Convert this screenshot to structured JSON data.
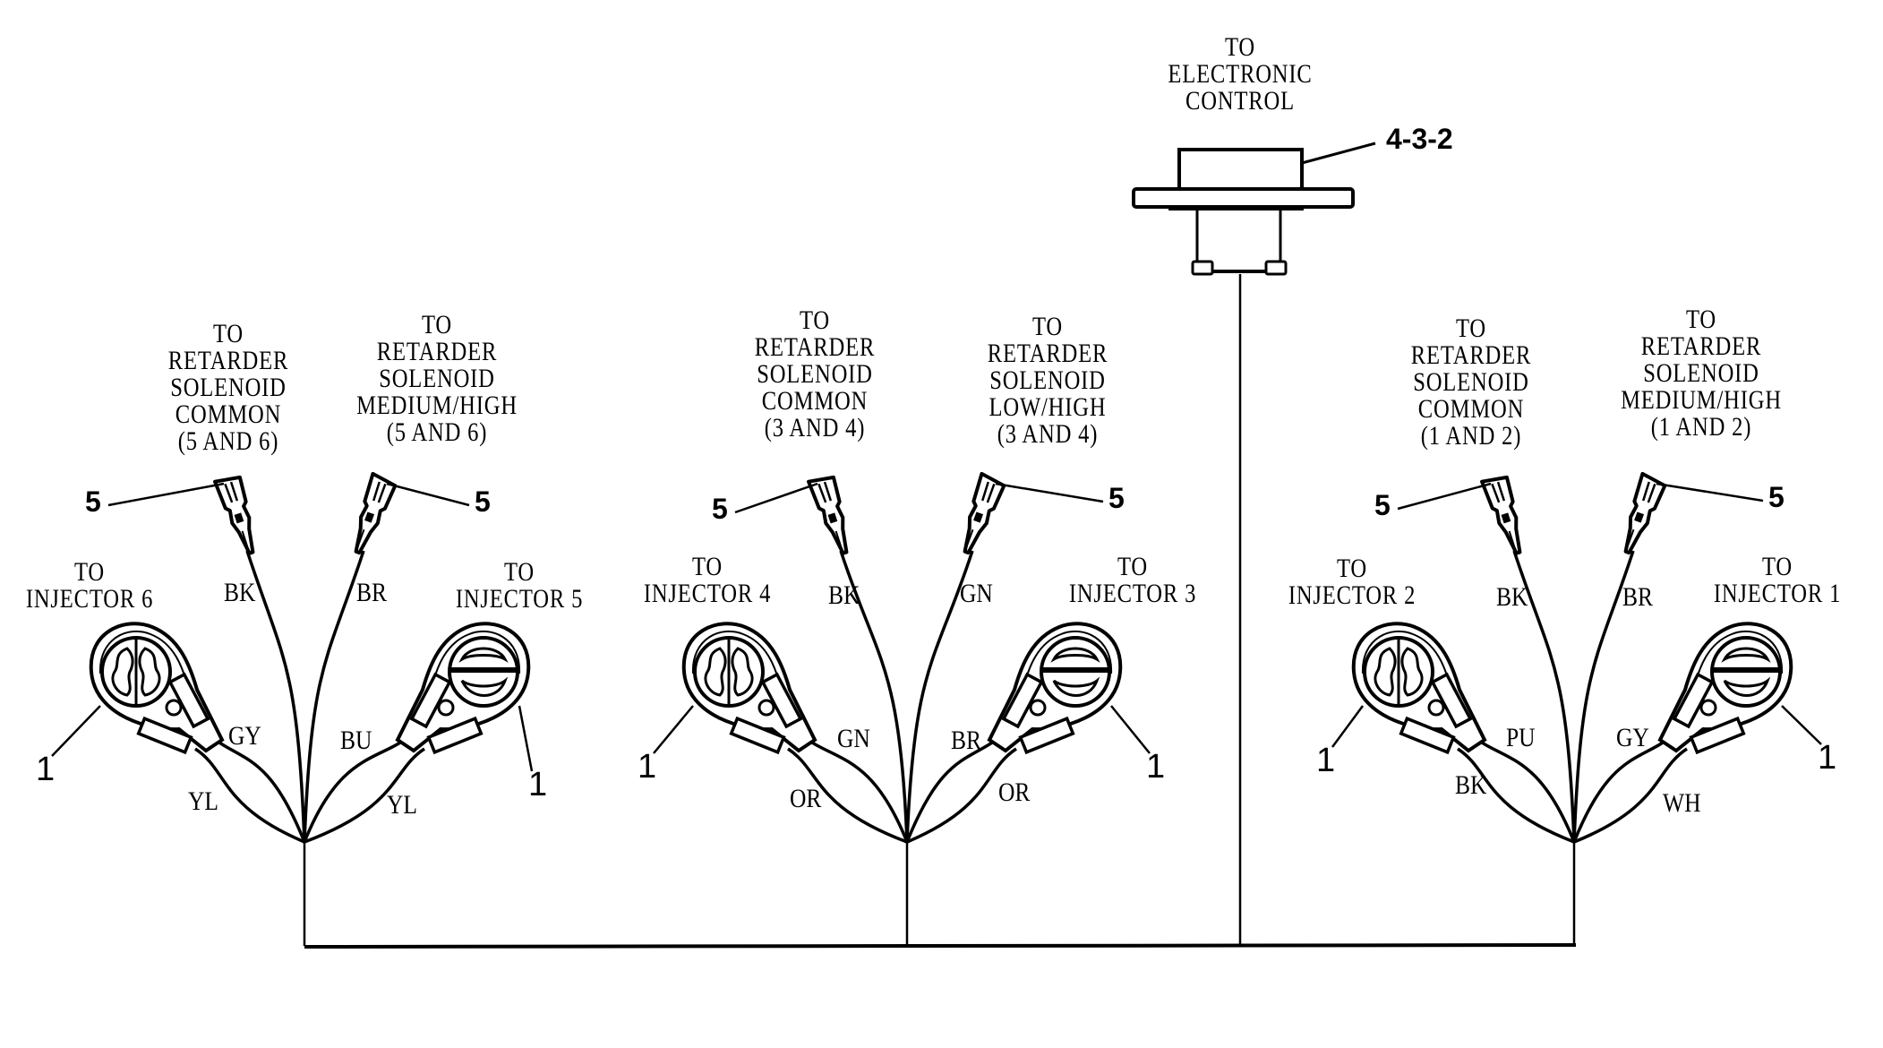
{
  "electronic_control": {
    "label_lines": [
      "TO",
      "ELECTRONIC",
      "CONTROL"
    ],
    "part_callout": "4-3-2"
  },
  "groups": [
    {
      "id": "injectors-5-6",
      "solenoid_left": {
        "label_lines": [
          "TO",
          "RETARDER",
          "SOLENOID",
          "COMMON",
          "(5 AND 6)"
        ],
        "wire": "BK",
        "callout": "5"
      },
      "solenoid_right": {
        "label_lines": [
          "TO",
          "RETARDER",
          "SOLENOID",
          "MEDIUM/HIGH",
          "(5 AND 6)"
        ],
        "wire": "BR",
        "callout": "5"
      },
      "injector_left": {
        "label_lines": [
          "TO",
          "INJECTOR 6"
        ],
        "wire_upper": "GY",
        "wire_lower": "YL",
        "callout": "1"
      },
      "injector_right": {
        "label_lines": [
          "TO",
          "INJECTOR 5"
        ],
        "wire_upper": "BU",
        "wire_lower": "YL",
        "callout": "1"
      }
    },
    {
      "id": "injectors-3-4",
      "solenoid_left": {
        "label_lines": [
          "TO",
          "RETARDER",
          "SOLENOID",
          "COMMON",
          "(3 AND 4)"
        ],
        "wire": "BK",
        "callout": "5"
      },
      "solenoid_right": {
        "label_lines": [
          "TO",
          "RETARDER",
          "SOLENOID",
          "LOW/HIGH",
          "(3 AND 4)"
        ],
        "wire": "GN",
        "callout": "5"
      },
      "injector_left": {
        "label_lines": [
          "TO",
          "INJECTOR 4"
        ],
        "wire_upper": "GN",
        "wire_lower": "OR",
        "callout": "1"
      },
      "injector_right": {
        "label_lines": [
          "TO",
          "INJECTOR 3"
        ],
        "wire_upper": "BR",
        "wire_lower": "OR",
        "callout": "1"
      }
    },
    {
      "id": "injectors-1-2",
      "solenoid_left": {
        "label_lines": [
          "TO",
          "RETARDER",
          "SOLENOID",
          "COMMON",
          "(1 AND 2)"
        ],
        "wire": "BK",
        "callout": "5"
      },
      "solenoid_right": {
        "label_lines": [
          "TO",
          "RETARDER",
          "SOLENOID",
          "MEDIUM/HIGH",
          "(1 AND 2)"
        ],
        "wire": "BR",
        "callout": "5"
      },
      "injector_left": {
        "label_lines": [
          "TO",
          "INJECTOR 2"
        ],
        "wire_upper": "PU",
        "wire_lower": "BK",
        "callout": "1"
      },
      "injector_right": {
        "label_lines": [
          "TO",
          "INJECTOR 1"
        ],
        "wire_upper": "GY",
        "wire_lower": "WH",
        "callout": "1"
      }
    }
  ]
}
